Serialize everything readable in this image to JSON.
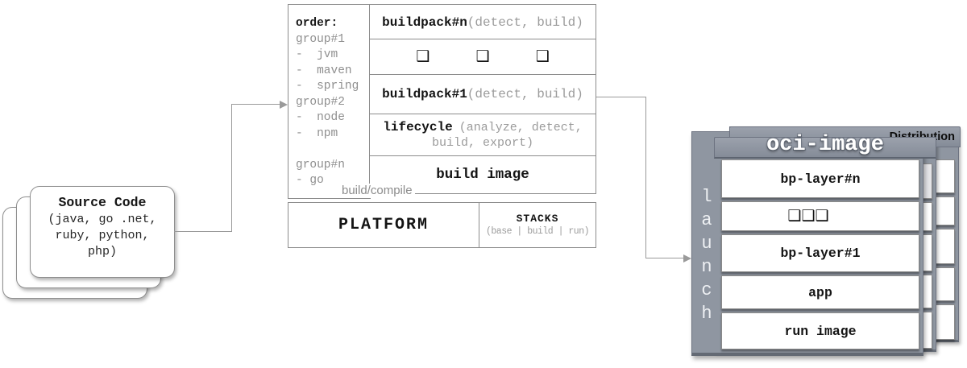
{
  "source_code": {
    "title": "Source Code",
    "lines": [
      "(java, go .net,",
      "ruby, python,",
      "php)"
    ]
  },
  "builder": {
    "order_panel": {
      "title": "order:",
      "items": [
        "group#1",
        "-  jvm",
        "-  maven",
        "-  spring",
        "group#2",
        "-  node",
        "-  npm",
        "",
        "group#n",
        "- go"
      ]
    },
    "rows": {
      "buildpack_n": {
        "name": "buildpack#n",
        "detail": "(detect, build)"
      },
      "buildpack_1": {
        "name": "buildpack#1",
        "detail": "(detect, build)"
      },
      "lifecycle": {
        "name": "lifecycle",
        "detail_line1": "(analyze, detect,",
        "detail_line2": "build, export)"
      },
      "build_image": {
        "name": "build image"
      }
    },
    "caption": "build/compile",
    "platform": {
      "label": "PLATFORM"
    },
    "stacks": {
      "label": "STACKS",
      "detail": "(base | build | run)"
    }
  },
  "oci_image": {
    "title": "oci-image",
    "distribution_label": "Distribution",
    "launch_label": [
      "l",
      "a",
      "u",
      "n",
      "c",
      "h"
    ],
    "layers": {
      "bp_layer_n": "bp-layer#n",
      "bp_layer_1": "bp-layer#1",
      "app": "app",
      "run_image": "run image"
    }
  },
  "icons": {
    "buildpack_square": "❑"
  },
  "colors": {
    "panel_gray": "#8F96A1",
    "border_dark": "#6C7280",
    "line_gray": "#9A9A9A",
    "text_gray": "#8F8F8F"
  }
}
